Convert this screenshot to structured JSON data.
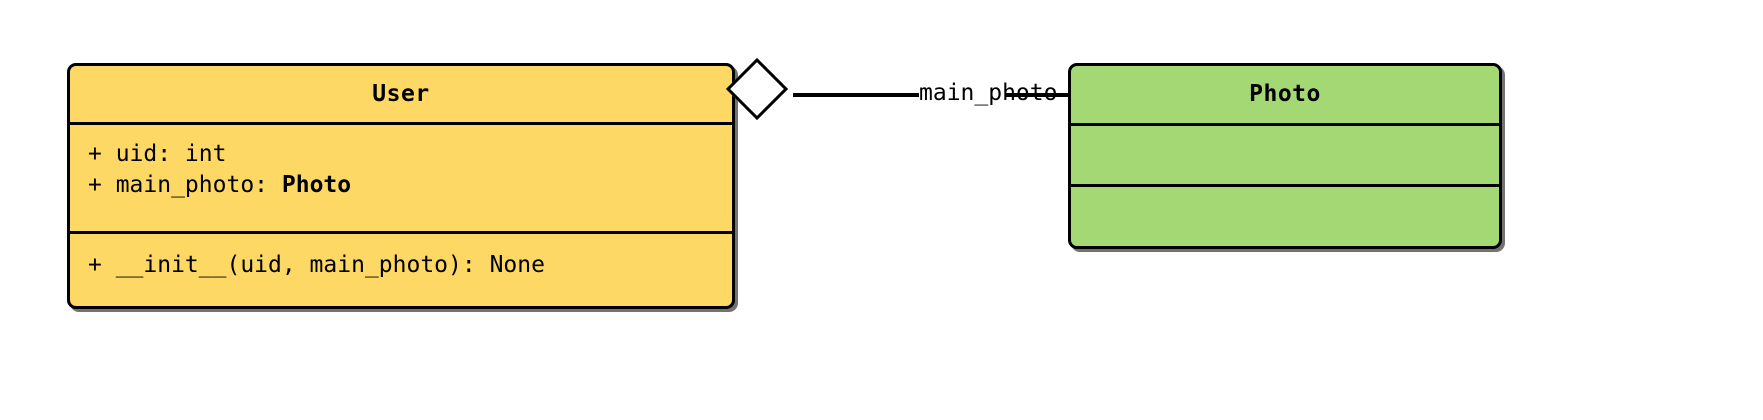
{
  "diagram": {
    "type": "uml-class-diagram",
    "classes": [
      {
        "id": "user",
        "name": "User",
        "fill_color": "#FDD865",
        "border_color": "#000000",
        "attributes": [
          {
            "visibility": "+",
            "text": "+ uid: int"
          },
          {
            "visibility": "+",
            "prefix": "+ main_photo: ",
            "type_ref": "Photo"
          }
        ],
        "operations": [
          {
            "visibility": "+",
            "text": "+ __init__(uid, main_photo): None"
          }
        ]
      },
      {
        "id": "photo",
        "name": "Photo",
        "fill_color": "#A4D874",
        "border_color": "#000000",
        "attributes": [],
        "operations": []
      }
    ],
    "relationships": [
      {
        "kind": "aggregation",
        "source": "User",
        "target": "Photo",
        "label": "main_photo",
        "diamond_fill": "#ffffff"
      }
    ]
  }
}
